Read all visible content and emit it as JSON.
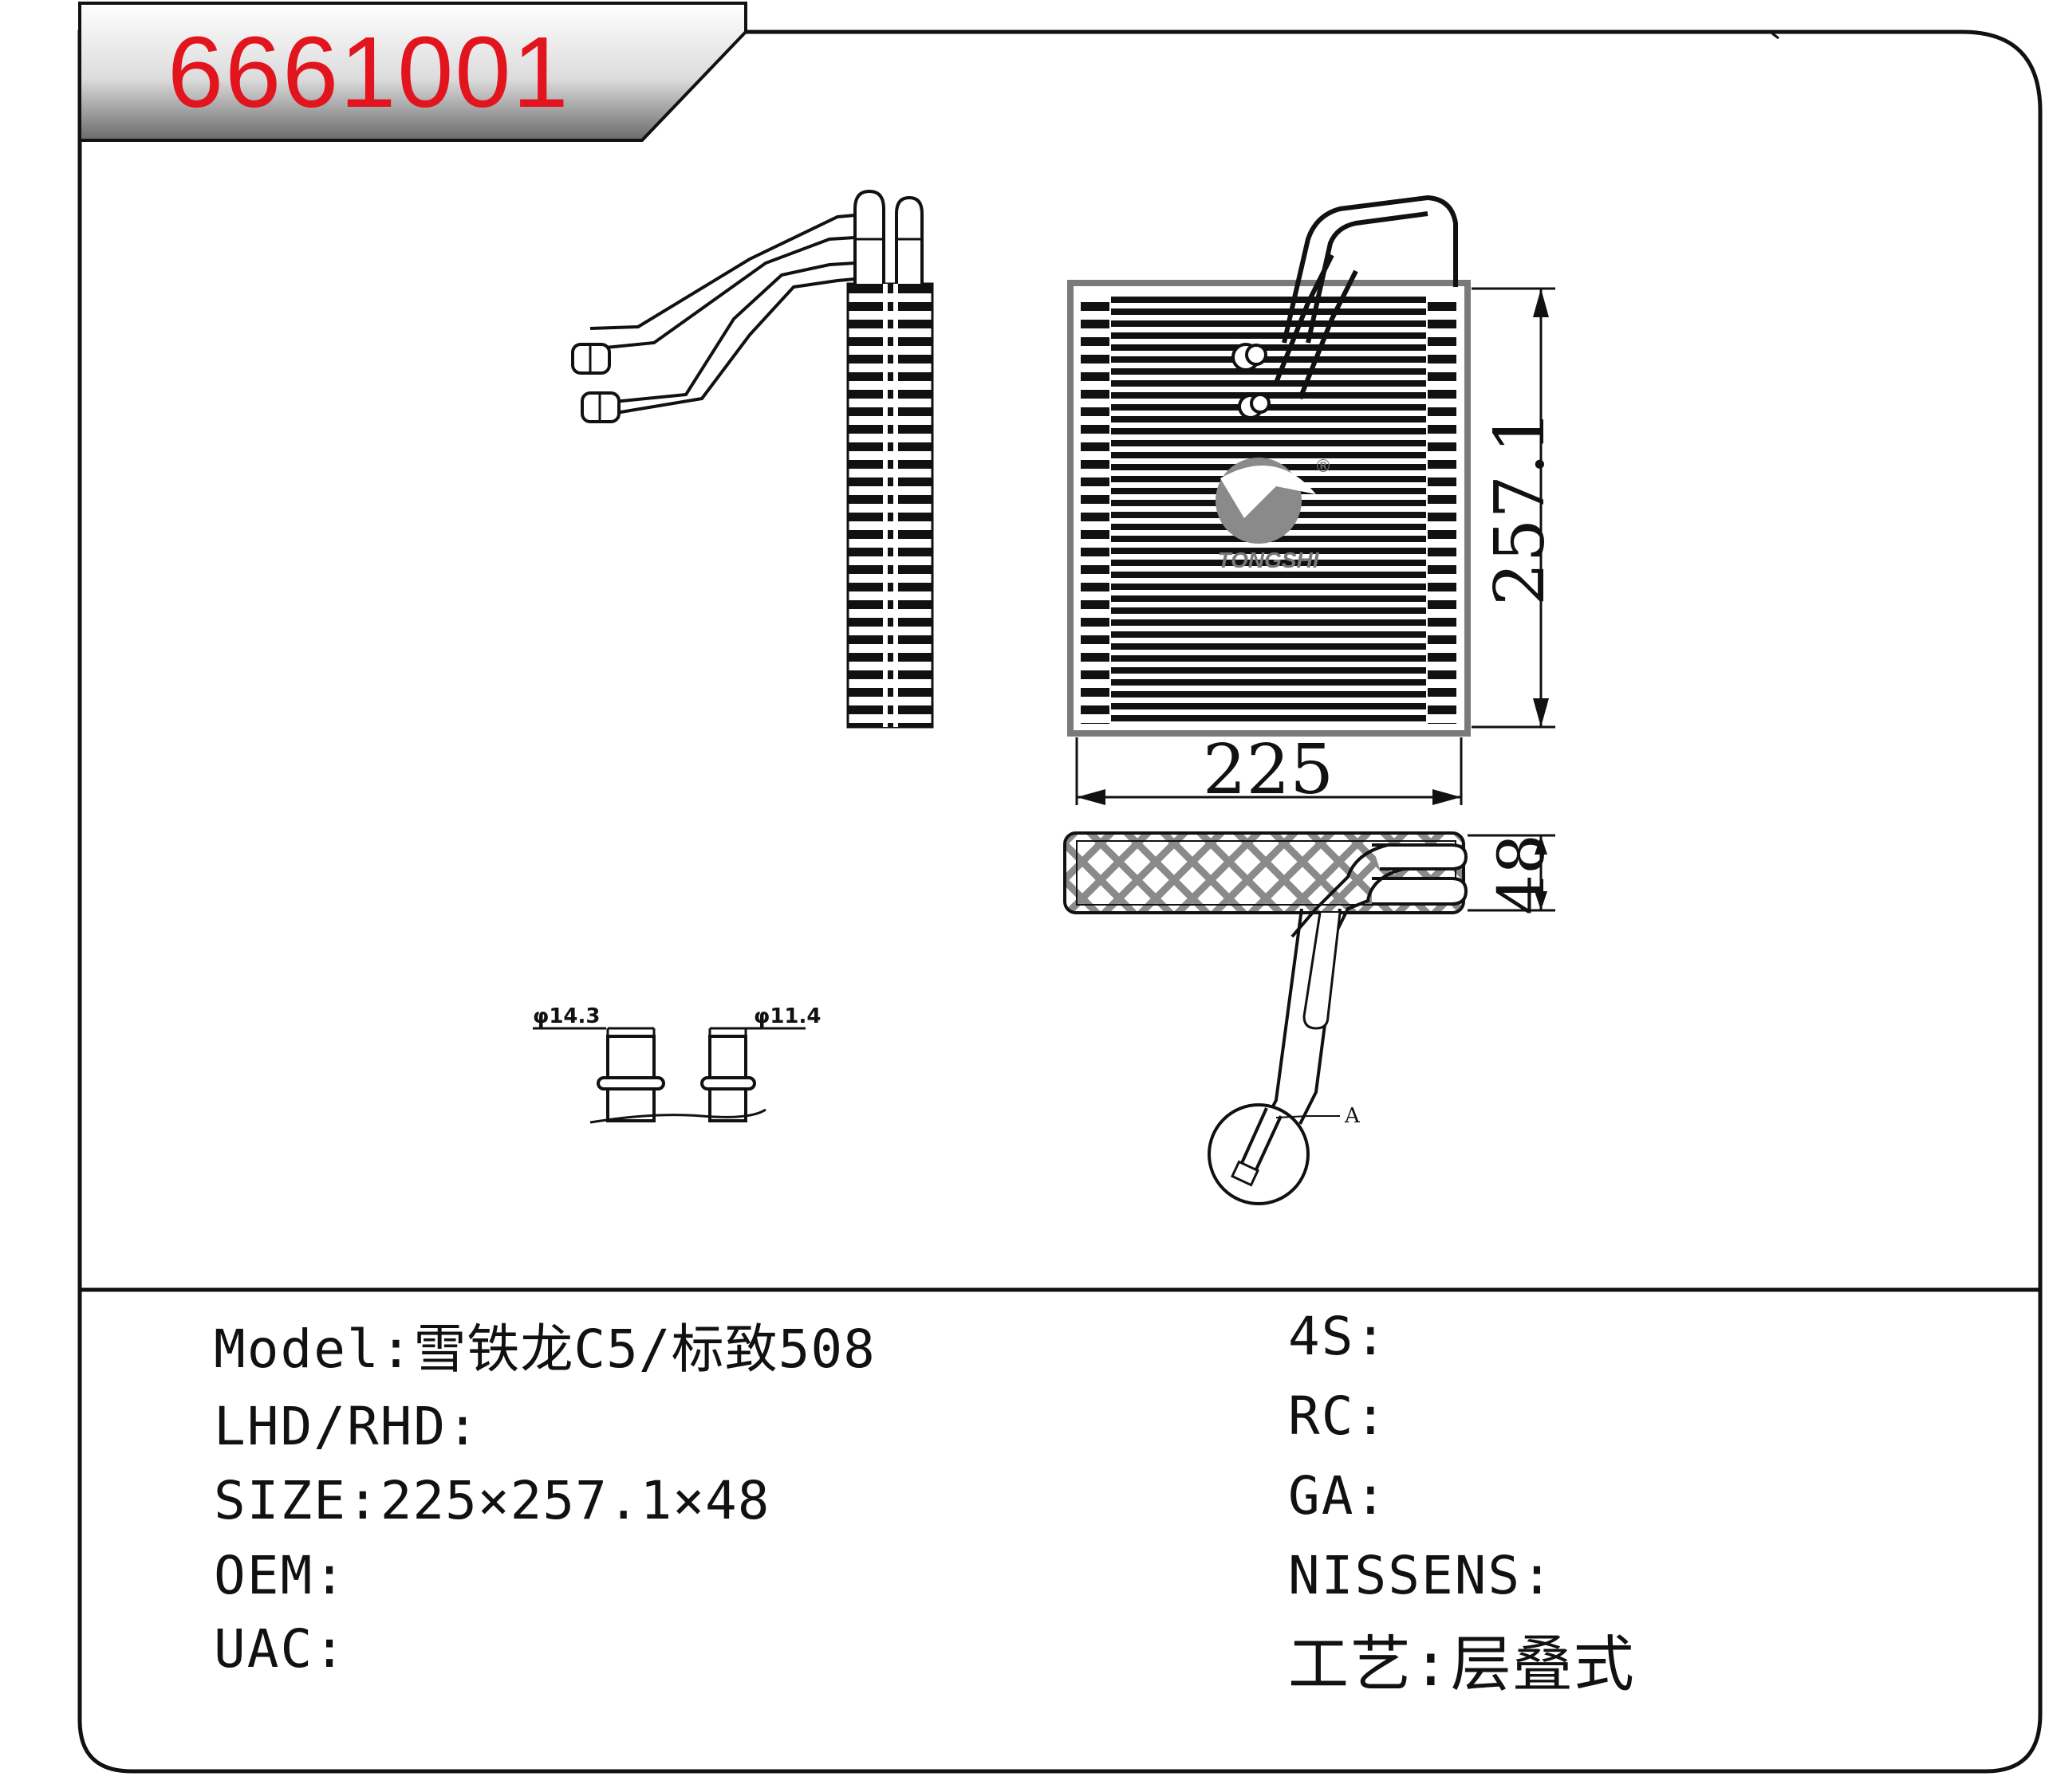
{
  "header": {
    "part_number": "6661001"
  },
  "drawing": {
    "dimensions": {
      "width": "225",
      "height": "257.1",
      "depth": "48",
      "pipe_large": "φ14.3",
      "pipe_small": "φ11.4",
      "detail_marker": "A"
    },
    "logo": {
      "brand": "TONGSHI",
      "registered": "®"
    }
  },
  "specs_left": [
    {
      "label": "Model:",
      "value": "雪铁龙C5/标致508"
    },
    {
      "label": "LHD/RHD:",
      "value": ""
    },
    {
      "label": "SIZE:",
      "value": "225×257.1×48"
    },
    {
      "label": "OEM:",
      "value": ""
    },
    {
      "label": "UAC:",
      "value": ""
    }
  ],
  "specs_right": [
    {
      "label": "4S:",
      "value": ""
    },
    {
      "label": "RC:",
      "value": ""
    },
    {
      "label": "GA:",
      "value": ""
    },
    {
      "label": "NISSENS:",
      "value": ""
    },
    {
      "label": "工艺:",
      "value": "层叠式"
    }
  ],
  "colors": {
    "part_number": "#e2141d",
    "border": "#111111",
    "tab_gradient_dark": "#666666",
    "tab_gradient_light": "#ffffff"
  }
}
